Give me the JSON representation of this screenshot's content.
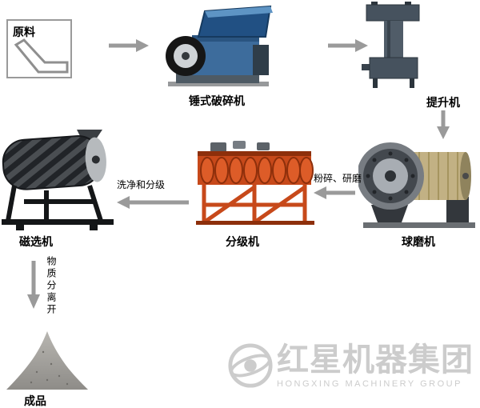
{
  "labels": {
    "raw_material": "原料",
    "hammer_crusher": "锤式破碎机",
    "elevator": "提升机",
    "ball_mill": "球磨机",
    "grinding": "粉碎、研磨",
    "classifier": "分级机",
    "washing": "洗净和分级",
    "magnetic_separator": "磁选机",
    "separation": "物质分离开",
    "product": "成品"
  },
  "watermark": {
    "brand_cn": "红星机器集团",
    "brand_en": "HONGXING MACHINERY GROUP"
  },
  "colors": {
    "arrow": "#9a9a9a",
    "label_text": "#000000",
    "watermark": "#cccccc",
    "classifier_orange": "#c7491a",
    "ballmill_tan": "#c2b184",
    "crusher_blue": "#3d6c9c"
  }
}
